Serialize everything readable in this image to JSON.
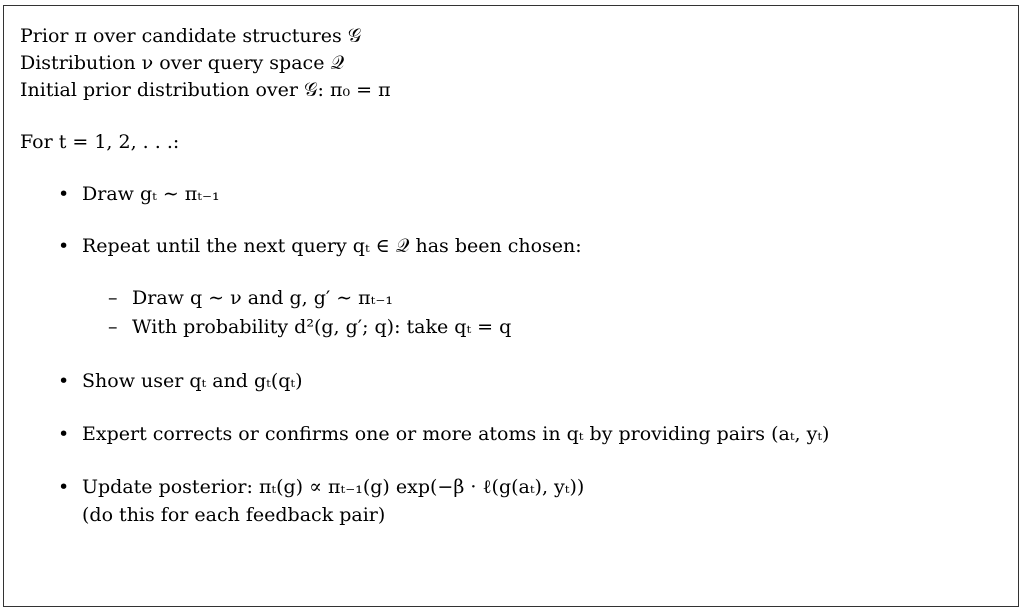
{
  "algorithm": {
    "header": [
      "Prior π over candidate structures 𝒢",
      "Distribution ν over query space 𝒬",
      "Initial prior distribution over 𝒢: π₀ = π"
    ],
    "loop_header": "For t = 1, 2, . . .:",
    "steps": [
      "Draw gₜ ∼ πₜ₋₁",
      "Repeat until the next query qₜ ∈ 𝒬 has been chosen:",
      "Show user qₜ and gₜ(qₜ)",
      "Expert corrects or confirms one or more atoms in qₜ by providing pairs (aₜ, yₜ)",
      "Update posterior: πₜ(g) ∝ πₜ₋₁(g) exp(−β · ℓ(g(aₜ), yₜ))"
    ],
    "substeps": [
      "Draw q ∼ ν and g, g′ ∼ πₜ₋₁",
      "With probability d²(g, g′; q): take qₜ = q"
    ],
    "update_note": "(do this for each feedback pair)"
  }
}
